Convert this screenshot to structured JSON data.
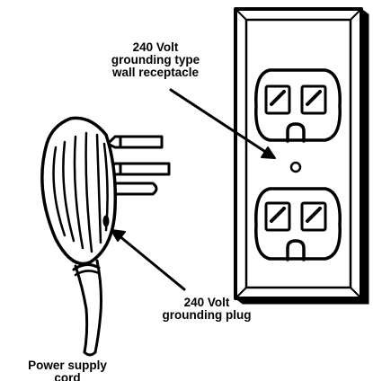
{
  "labels": {
    "receptacle": [
      "240 Volt",
      "grounding type",
      "wall receptacle"
    ],
    "plug": [
      "240 Volt",
      "grounding plug"
    ],
    "cord": [
      "Power supply",
      "cord"
    ]
  },
  "colors": {
    "ink": "#000000",
    "paper": "#ffffff"
  }
}
